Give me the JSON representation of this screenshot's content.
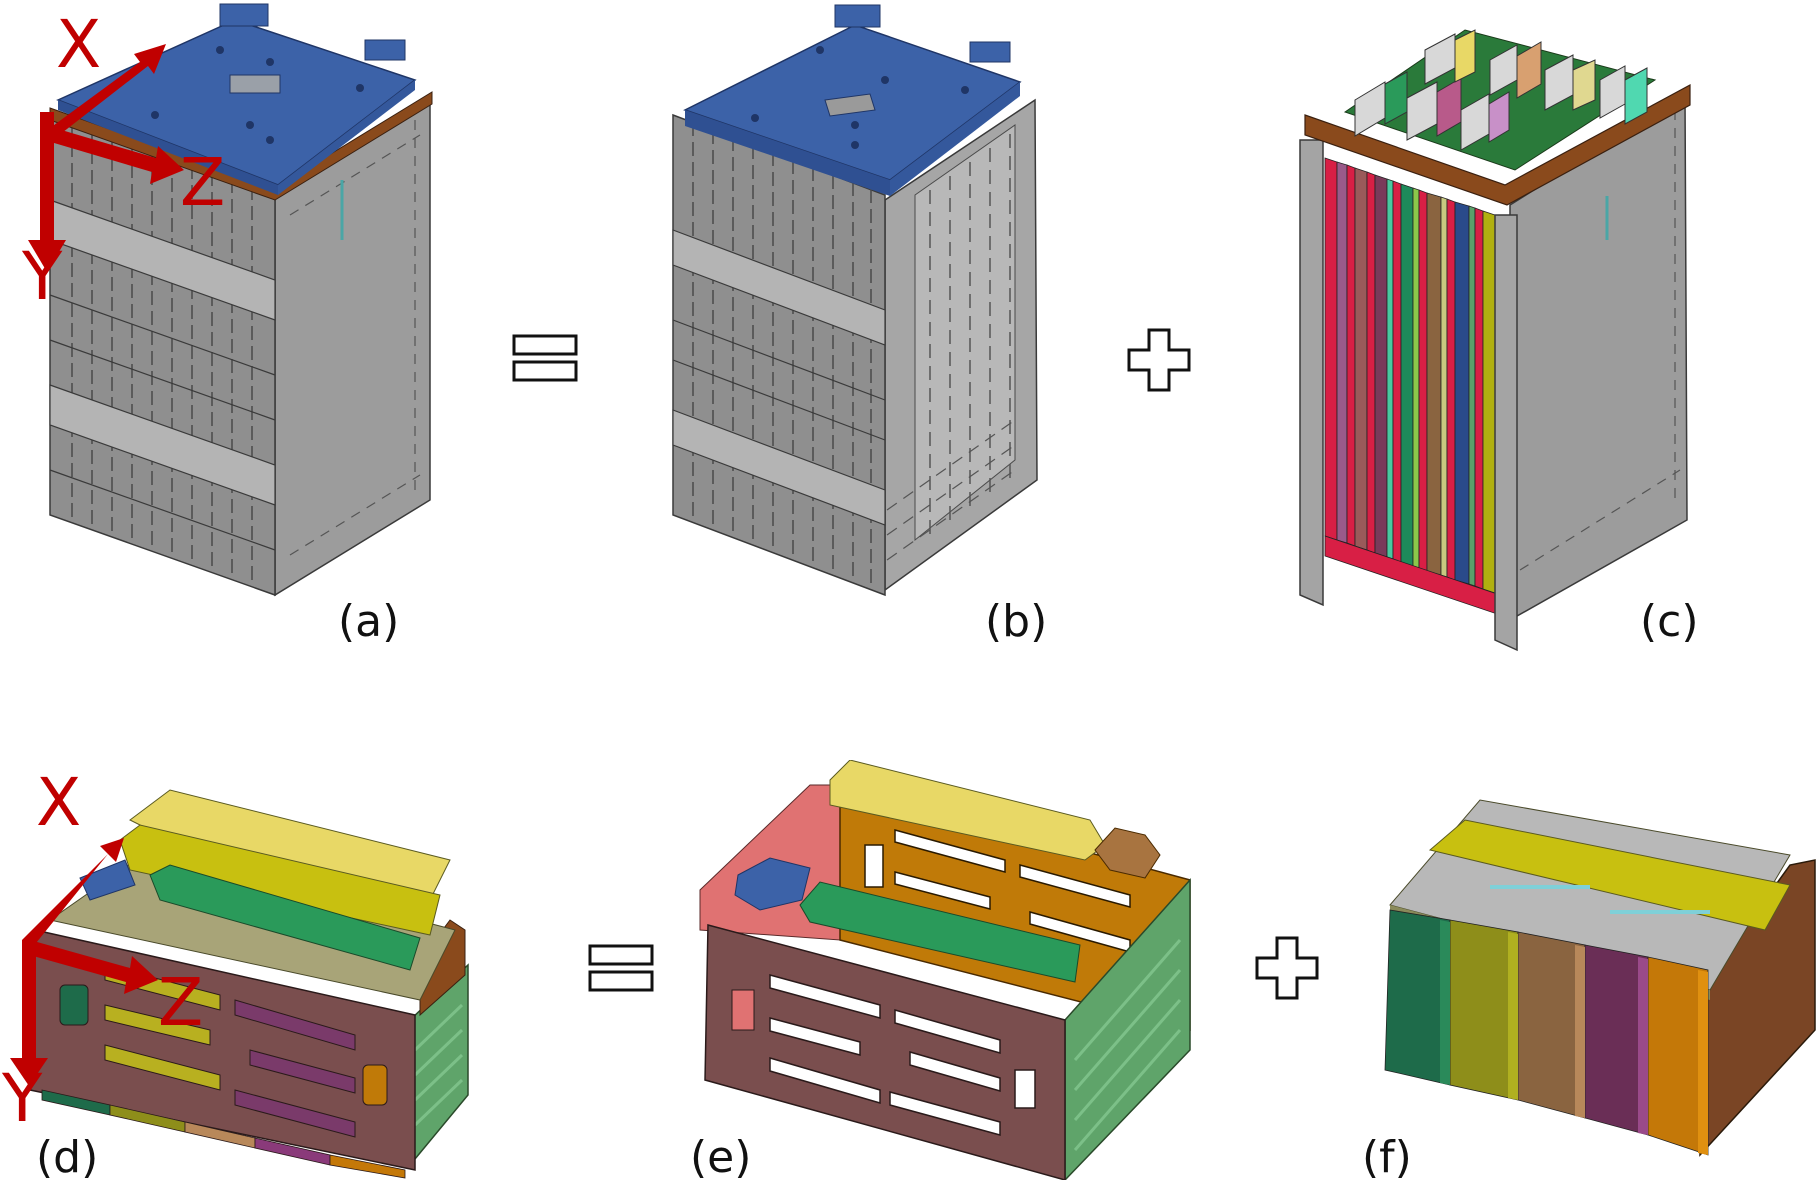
{
  "figure": {
    "description": "Battery module decomposition: assembled module equals housing plus cell stack",
    "rows": [
      {
        "equation": [
          "a",
          "=",
          "b",
          "+",
          "c"
        ],
        "panels": [
          {
            "id": "a",
            "label": "(a)",
            "content": "assembled prismatic module, grey housing with blue top cover and brown frame"
          },
          {
            "id": "b",
            "label": "(b)",
            "content": "housing with blue top cover (side wall removed)"
          },
          {
            "id": "c",
            "label": "(c)",
            "content": "cell stack with coloured cells, brown frame and grey end plates"
          }
        ]
      },
      {
        "equation": [
          "d",
          "=",
          "e",
          "+",
          "f"
        ],
        "panels": [
          {
            "id": "d",
            "label": "(d)",
            "content": "assembled module with brown front plate, green side plate, yellow busbar covers"
          },
          {
            "id": "e",
            "label": "(e)",
            "content": "housing frame: brown front plate, green side, orange back plate, pink end, yellow/green/blue covers"
          },
          {
            "id": "f",
            "label": "(f)",
            "content": "five coloured cells with busbars and brown end plate"
          }
        ]
      }
    ],
    "axes": {
      "top": {
        "x": "X",
        "y": "Y",
        "z": "Z"
      },
      "bottom": {
        "x": "X",
        "y": "Y",
        "z": "Z"
      }
    },
    "operators": {
      "equals": "=",
      "plus": "+"
    },
    "colors": {
      "axis_red": "#c00000",
      "housing_grey": "#9a9a9a",
      "cover_blue": "#3c62a8",
      "frame_brown": "#8a4a1c",
      "front_plate": "#7a4e4e",
      "side_green": "#5fa46a",
      "back_orange": "#c07a08",
      "end_pink": "#e07272",
      "cover_yellow": "#e8d866",
      "cover_green": "#2a8c55",
      "cell_colors": [
        "#1e6b4a",
        "#8e8e1a",
        "#8a6440",
        "#6a2e56",
        "#c47808"
      ]
    }
  }
}
